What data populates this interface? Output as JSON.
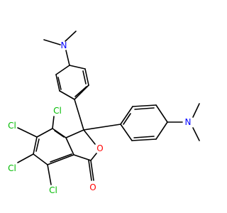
{
  "structure": {
    "background": "#ffffff",
    "bond_color": "#000000",
    "atom_colors": {
      "N": "#0000ff",
      "O": "#ff0000",
      "Cl": "#00bb00"
    }
  },
  "labels": {
    "n_top": "N",
    "n_right": "N",
    "o_ring": "O",
    "o_carbonyl": "O",
    "cl_4": "Cl",
    "cl_5": "Cl",
    "cl_6": "Cl",
    "cl_7": "Cl"
  }
}
